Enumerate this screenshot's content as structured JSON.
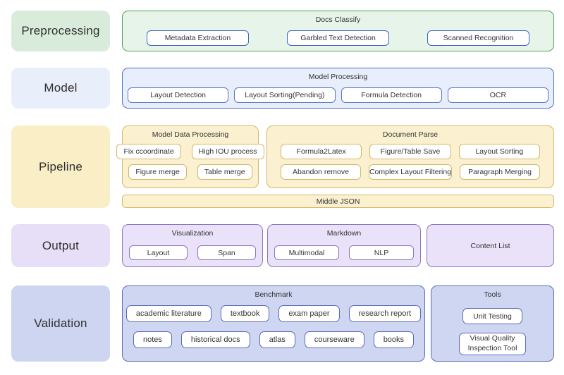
{
  "palette": {
    "green_label_bg": "#d9ecdc",
    "green_fill": "#e7f4e9",
    "green_border": "#4f9e5a",
    "blue_label_bg": "#e9eefb",
    "blue_fill": "#e8eefb",
    "blue_border": "#4a71c6",
    "chip_blue_border": "#4066bd",
    "yellow_label_bg": "#faeec6",
    "yellow_fill": "#fbf1d0",
    "yellow_border": "#d3b765",
    "purple_label_bg": "#e7def7",
    "purple_fill": "#eae2f9",
    "purple_border": "#9074c2",
    "periwinkle_label_bg": "#cdd5f0",
    "periwinkle_fill": "#ced6f1",
    "periwinkle_border": "#5a6cb8",
    "chip_bg": "#ffffff",
    "text": "#333333",
    "page_bg": "#ffffff"
  },
  "rows": {
    "preprocessing": {
      "label": "Preprocessing",
      "section": {
        "title": "Docs Classify",
        "items": [
          "Metadata Extraction",
          "Garbled Text Detection",
          "Scanned Recognition"
        ]
      }
    },
    "model": {
      "label": "Model",
      "section": {
        "title": "Model Processing",
        "items": [
          "Layout Detection",
          "Layout Sorting(Pending)",
          "Formula Detection",
          "OCR"
        ]
      }
    },
    "pipeline": {
      "label": "Pipeline",
      "model_data_processing": {
        "title": "Model Data Processing",
        "row1": [
          "Fix ccoordinate",
          "High IOU process"
        ],
        "row2": [
          "Figure merge",
          "Table merge"
        ]
      },
      "document_parse": {
        "title": "Document Parse",
        "row1": [
          "Formula2Latex",
          "Figure/Table Save",
          "Layout Sorting"
        ],
        "row2": [
          "Abandon remove",
          "Complex Layout Filtering",
          "Paragraph Merging"
        ]
      },
      "middle_json": "Middle JSON"
    },
    "output": {
      "label": "Output",
      "visualization": {
        "title": "Visualization",
        "items": [
          "Layout",
          "Span"
        ]
      },
      "markdown": {
        "title": "Markdown",
        "items": [
          "Multimodal",
          "NLP"
        ]
      },
      "content_list": "Content List"
    },
    "validation": {
      "label": "Validation",
      "benchmark": {
        "title": "Benchmark",
        "row1": [
          "academic literature",
          "textbook",
          "exam paper",
          "research report"
        ],
        "row2": [
          "notes",
          "historical docs",
          "atlas",
          "courseware",
          "books"
        ]
      },
      "tools": {
        "title": "Tools",
        "items": [
          "Unit Testing",
          "Visual Quality Inspection Tool"
        ]
      }
    }
  }
}
